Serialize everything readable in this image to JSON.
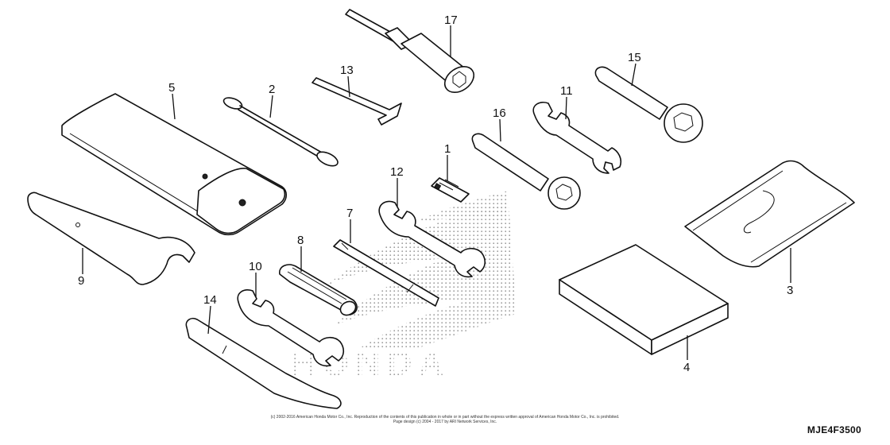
{
  "diagram": {
    "callouts": {
      "1": "1",
      "2": "2",
      "3": "3",
      "4": "4",
      "5": "5",
      "7": "7",
      "8": "8",
      "9": "9",
      "10": "10",
      "11": "11",
      "12": "12",
      "13": "13",
      "14": "14",
      "15": "15",
      "16": "16",
      "17": "17"
    },
    "watermark": "HONDA",
    "copyright_line1": "(c) 2002-2016 American Honda Motor Co., Inc. Reproduction of the contents of this publication in whole or in part without the express written approval of American Honda Motor Co., Inc. is prohibited.",
    "copyright_line2": "Page design (c) 2004 - 2017 by ARI Network Services, Inc.",
    "figure_code": "MJE4F3500"
  }
}
